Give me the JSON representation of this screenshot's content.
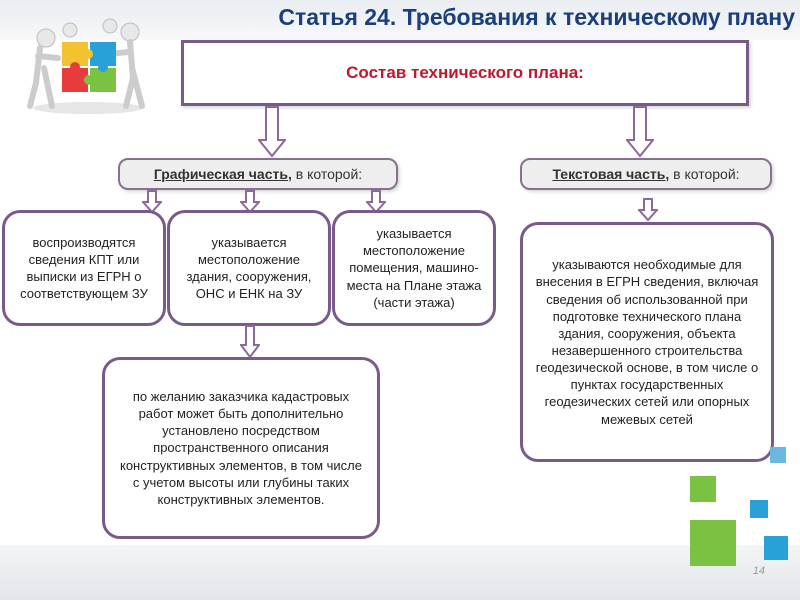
{
  "title": "Статья 24. Требования к техническому плану",
  "header": "Состав технического плана:",
  "graphic_part": {
    "underlined": "Графическая часть,",
    "rest": " в которой:"
  },
  "text_part": {
    "underlined": "Текстовая часть,",
    "rest": " в которой:"
  },
  "graphic_items": [
    "воспроизводятся сведения КПТ или выписки из ЕГРН о соответствующем ЗУ",
    "указывается местоположение здания, сооружения, ОНС и ЕНК на ЗУ",
    "указывается местоположение помещения, машино-места на Плане этажа (части этажа)"
  ],
  "additional_item": "по желанию заказчика кадастровых работ может быть дополнительно установлено посредством пространственного описания конструктивных элементов, в том числе с учетом высоты или глубины таких конструктивных элементов.",
  "text_item": "указываются необходимые для внесения в ЕГРН сведения, включая сведения об использованной при подготовке технического плана здания, сооружения, объекта незавершенного строительства геодезической основе, в том числе о пунктах государственных геодезических сетей или опорных межевых сетей",
  "page_number": "14",
  "colors": {
    "title": "#1b3f7a",
    "header_text": "#c0182a",
    "border": "#7a5a8a",
    "accent_green": "#7cc242",
    "accent_blue": "#2aa0d8"
  }
}
